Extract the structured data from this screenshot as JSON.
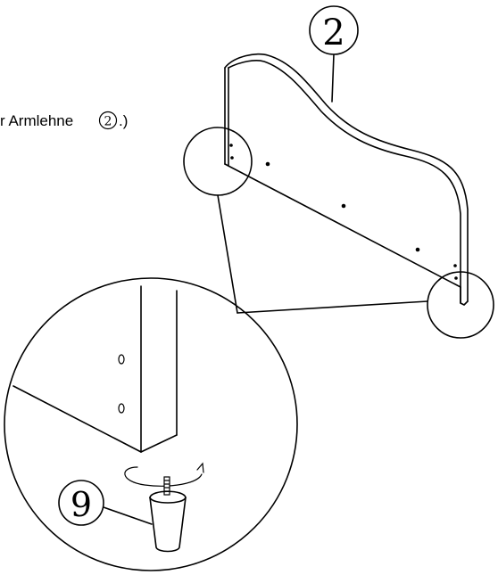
{
  "instruction_text": "r Armlehne",
  "instruction_ref": "2",
  "instruction_close": ".)",
  "callouts": {
    "armrest": "2",
    "leg": "9"
  }
}
